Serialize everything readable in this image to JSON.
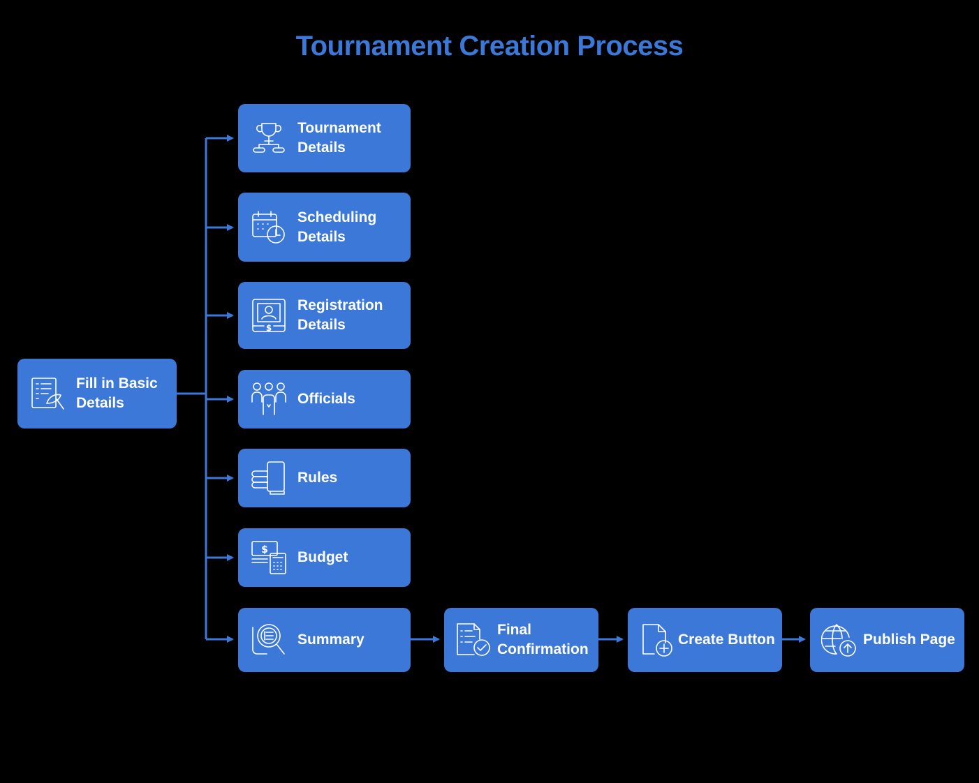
{
  "title": "Tournament Creation Process",
  "colors": {
    "node_fill": "#3c78d8",
    "connector": "#3c78d8",
    "title": "#3c78d8",
    "background": "#000000",
    "text": "#ffffff"
  },
  "nodes": {
    "fill_basic_details": {
      "label": "Fill in Basic\nDetails",
      "icon": "form-pen-icon"
    },
    "tournament_details": {
      "label": "Tournament\nDetails",
      "icon": "trophy-bracket-icon"
    },
    "scheduling_details": {
      "label": "Scheduling\nDetails",
      "icon": "calendar-clock-icon"
    },
    "registration_details": {
      "label": "Registration\nDetails",
      "icon": "id-card-dollar-icon"
    },
    "officials": {
      "label": "Officials",
      "icon": "group-people-icon"
    },
    "rules": {
      "label": "Rules",
      "icon": "book-stack-icon"
    },
    "budget": {
      "label": "Budget",
      "icon": "money-calculator-icon"
    },
    "summary": {
      "label": "Summary",
      "icon": "document-search-icon"
    },
    "final_confirmation": {
      "label": "Final\nConfirmation",
      "icon": "checklist-check-icon"
    },
    "create_button": {
      "label": "Create Button",
      "icon": "file-plus-icon"
    },
    "publish_page": {
      "label": "Publish Page",
      "icon": "globe-upload-icon"
    }
  },
  "edges": [
    {
      "from": "fill_basic_details",
      "to": "tournament_details"
    },
    {
      "from": "fill_basic_details",
      "to": "scheduling_details"
    },
    {
      "from": "fill_basic_details",
      "to": "registration_details"
    },
    {
      "from": "fill_basic_details",
      "to": "officials"
    },
    {
      "from": "fill_basic_details",
      "to": "rules"
    },
    {
      "from": "fill_basic_details",
      "to": "budget"
    },
    {
      "from": "fill_basic_details",
      "to": "summary"
    },
    {
      "from": "summary",
      "to": "final_confirmation"
    },
    {
      "from": "final_confirmation",
      "to": "create_button"
    },
    {
      "from": "create_button",
      "to": "publish_page"
    }
  ]
}
